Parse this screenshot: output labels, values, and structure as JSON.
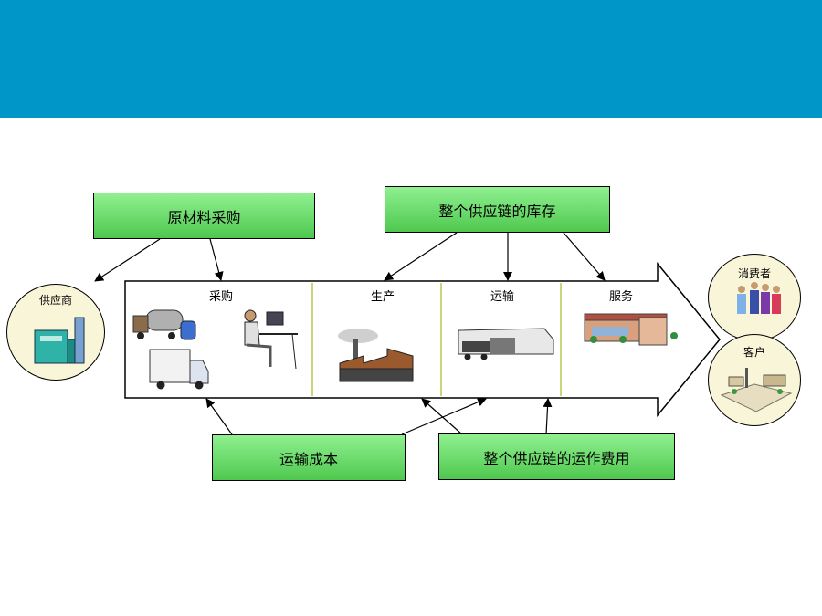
{
  "colors": {
    "header": "#0096c8",
    "box_border": "#000000",
    "box_fill_top": "#8ff08f",
    "box_fill_bottom": "#4fc84f",
    "circle_fill": "#f9f5d8",
    "divider": "#b8c850"
  },
  "top_boxes": {
    "raw_material": "原材料采购",
    "inventory": "整个供应链的库存"
  },
  "bottom_boxes": {
    "transport_cost": "运输成本",
    "operating_cost": "整个供应链的运作费用"
  },
  "stages": [
    "采购",
    "生产",
    "运输",
    "服务"
  ],
  "nodes": {
    "supplier": "供应商",
    "consumer": "消费者",
    "customer": "客户"
  }
}
